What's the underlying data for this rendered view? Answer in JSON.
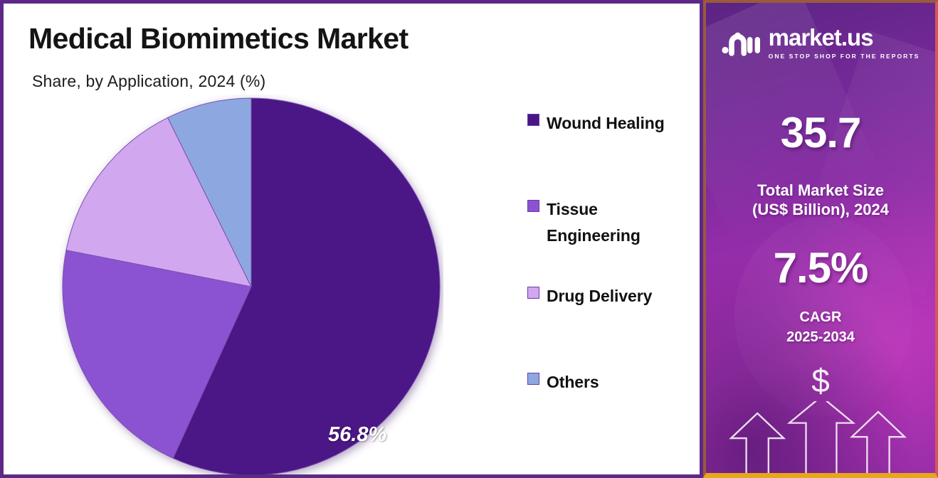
{
  "chart_panel": {
    "title": "Medical Biomimetics Market",
    "subtitle": "Share, by Application, 2024 (%)"
  },
  "chart_data": {
    "type": "pie",
    "title": "Medical Biomimetics Market",
    "subtitle": "Share, by Application, 2024 (%)",
    "categories": [
      "Wound Healing",
      "Tissue Engineering",
      "Drug Delivery",
      "Others"
    ],
    "values": [
      56.8,
      21.3,
      14.6,
      7.3
    ],
    "colors": [
      "#4b1585",
      "#8b53d2",
      "#d1a7f0",
      "#8da8e0"
    ],
    "labels_shown": [
      "56.8%"
    ],
    "legend_position": "right",
    "grid": false,
    "start_angle_deg": 0,
    "direction": "clockwise"
  },
  "legend": {
    "items": [
      {
        "label": "Wound Healing",
        "color": "#4b1585"
      },
      {
        "label": "Tissue Engineering",
        "color": "#8b53d2"
      },
      {
        "label": "Drug Delivery",
        "color": "#d1a7f0"
      },
      {
        "label": "Others",
        "color": "#8da8e0"
      }
    ]
  },
  "pie_label": "56.8%",
  "stats_panel": {
    "logo": {
      "word": "market.us",
      "tagline": "ONE STOP SHOP FOR THE REPORTS"
    },
    "market_size_value": "35.7",
    "market_size_label": "Total Market Size\n(US$ Billion), 2024",
    "market_size_label_line1": "Total Market Size",
    "market_size_label_line2": "(US$ Billion), 2024",
    "cagr_value": "7.5%",
    "cagr_label_line1": "CAGR",
    "cagr_label_line2": "2025-2034",
    "currency_symbol": "$"
  },
  "theme": {
    "panel_border": "#5c2a86",
    "stats_border_gold": "#e8a51e",
    "stats_gradient_start": "#5b2483",
    "stats_gradient_end": "#a934b6"
  }
}
